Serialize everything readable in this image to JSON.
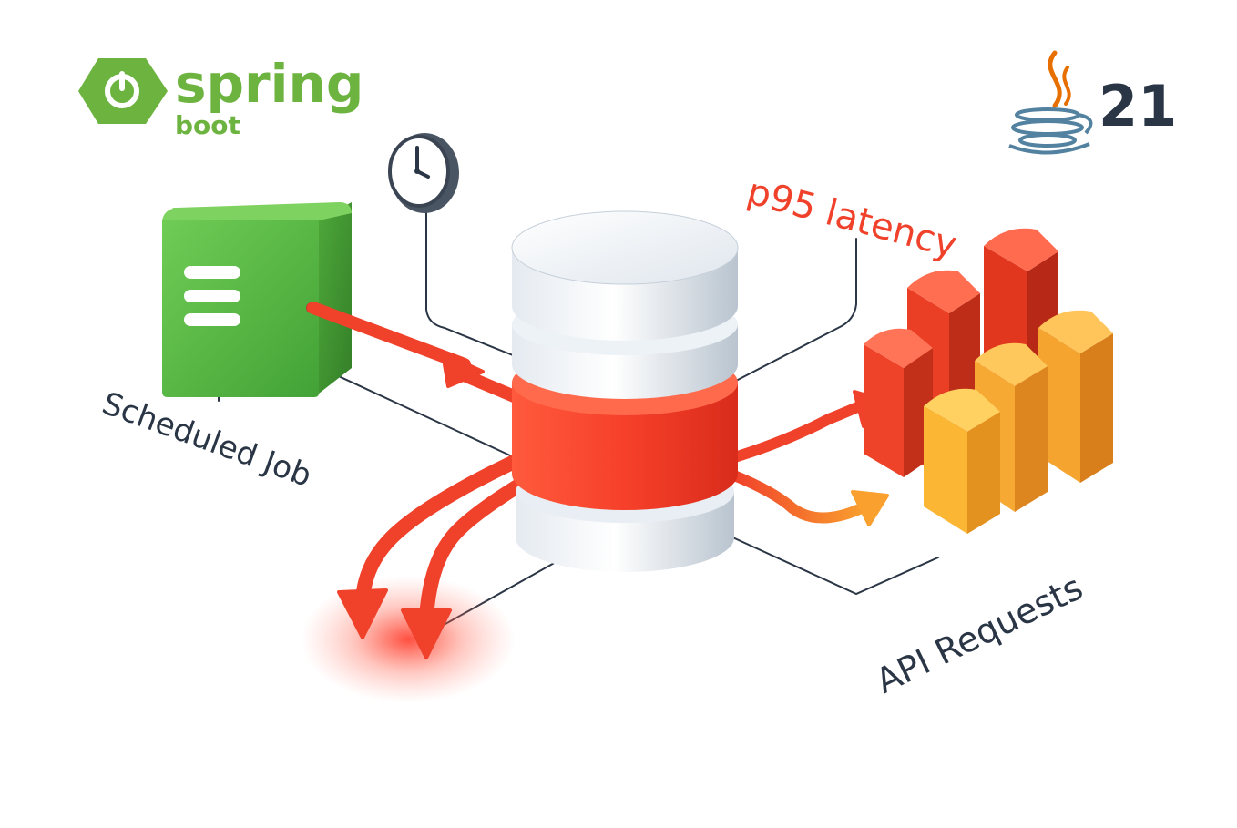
{
  "branding": {
    "framework": {
      "name": "spring",
      "sub": "boot",
      "color": "#6db33f",
      "icon": "power-icon"
    },
    "java": {
      "version": "21",
      "icon": "java-coffee-cup-icon",
      "cup_color": "#5382a1",
      "steam_color": "#e76f00"
    }
  },
  "labels": {
    "scheduled_job": "Scheduled Job",
    "p95_latency": "p95 latency",
    "api_requests": "API Requests"
  },
  "icons": {
    "job": "server-list-icon",
    "clock": "clock-icon",
    "database": "database-icon"
  },
  "colors": {
    "accent_red": "#f0412b",
    "orange": "#f39a2a",
    "green": "#5cb646",
    "db_gray": "#d6dee6",
    "label_dark": "#2a3645"
  }
}
